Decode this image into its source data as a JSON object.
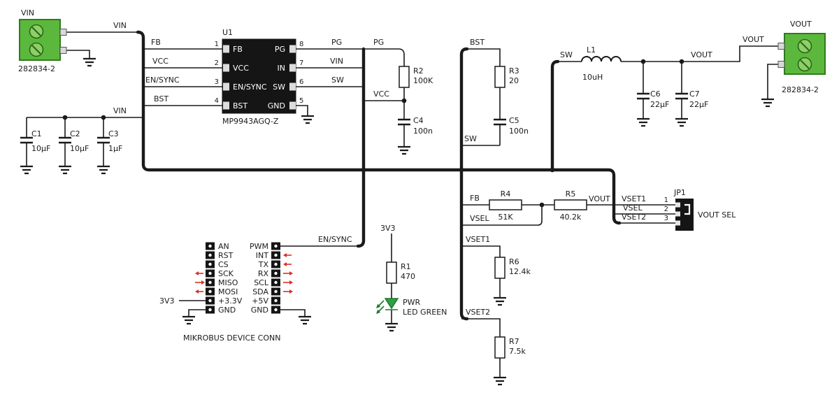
{
  "diagram_type": "schematic",
  "colors": {
    "wire": "#1a1a1a",
    "component_body_black": "#151515",
    "connector_green": "#5cb83c",
    "connector_border_green": "#2f7a1f",
    "screw_green": "#8ecf66",
    "led_green": "#2ea043",
    "signal_arrow_red": "#d93025",
    "background": "#ffffff"
  },
  "nets": {
    "vin": "VIN",
    "vout": "VOUT",
    "fb": "FB",
    "vcc": "VCC",
    "en_sync": "EN/SYNC",
    "bst": "BST",
    "pg": "PG",
    "sw": "SW",
    "rail_3v3": "3V3",
    "vsel": "VSEL",
    "vset1": "VSET1",
    "vset2": "VSET2"
  },
  "connectors": {
    "vin": {
      "net": "VIN",
      "part": "282834-2"
    },
    "vout": {
      "net": "VOUT",
      "part": "282834-2"
    }
  },
  "chip": {
    "ref": "U1",
    "part": "MP9943AGQ-Z",
    "pins_left": [
      {
        "num": "1",
        "name": "FB"
      },
      {
        "num": "2",
        "name": "VCC"
      },
      {
        "num": "3",
        "name": "EN/SYNC"
      },
      {
        "num": "4",
        "name": "BST"
      }
    ],
    "pins_right": [
      {
        "num": "8",
        "name": "PG"
      },
      {
        "num": "7",
        "name": "IN"
      },
      {
        "num": "6",
        "name": "SW"
      },
      {
        "num": "5",
        "name": "GND"
      }
    ]
  },
  "resistors": {
    "r1": {
      "ref": "R1",
      "value": "470"
    },
    "r2": {
      "ref": "R2",
      "value": "100K"
    },
    "r3": {
      "ref": "R3",
      "value": "20"
    },
    "r4": {
      "ref": "R4",
      "value": "51K"
    },
    "r5": {
      "ref": "R5",
      "value": "40.2k"
    },
    "r6": {
      "ref": "R6",
      "value": "12.4k"
    },
    "r7": {
      "ref": "R7",
      "value": "7.5k"
    }
  },
  "capacitors": {
    "c1": {
      "ref": "C1",
      "value": "10µF"
    },
    "c2": {
      "ref": "C2",
      "value": "10µF"
    },
    "c3": {
      "ref": "C3",
      "value": "1µF"
    },
    "c4": {
      "ref": "C4",
      "value": "100n"
    },
    "c5": {
      "ref": "C5",
      "value": "100n"
    },
    "c6": {
      "ref": "C6",
      "value": "22µF"
    },
    "c7": {
      "ref": "C7",
      "value": "22µF"
    }
  },
  "inductor": {
    "ref": "L1",
    "value": "10uH"
  },
  "led": {
    "name": "PWR",
    "type": "LED GREEN"
  },
  "jumper": {
    "ref": "JP1",
    "label": "VOUT SEL",
    "pin_numbers": [
      "1",
      "2",
      "3"
    ]
  },
  "mikrobus": {
    "title": "MIKROBUS DEVICE CONN",
    "left_pins": [
      "AN",
      "RST",
      "CS",
      "SCK",
      "MISO",
      "MOSI",
      "+3.3V",
      "GND"
    ],
    "right_pins": [
      "PWM",
      "INT",
      "TX",
      "RX",
      "SCL",
      "SDA",
      "+5V",
      "GND"
    ],
    "signal_arrows": {
      "left": [
        {
          "pin": "SCK",
          "direction": "left"
        },
        {
          "pin": "MISO",
          "direction": "right"
        },
        {
          "pin": "MOSI",
          "direction": "left"
        }
      ],
      "right": [
        {
          "pin": "INT",
          "direction": "left"
        },
        {
          "pin": "TX",
          "direction": "left"
        },
        {
          "pin": "RX",
          "direction": "right"
        },
        {
          "pin": "SCL",
          "direction": "right"
        },
        {
          "pin": "SDA",
          "direction": "right"
        }
      ]
    }
  }
}
